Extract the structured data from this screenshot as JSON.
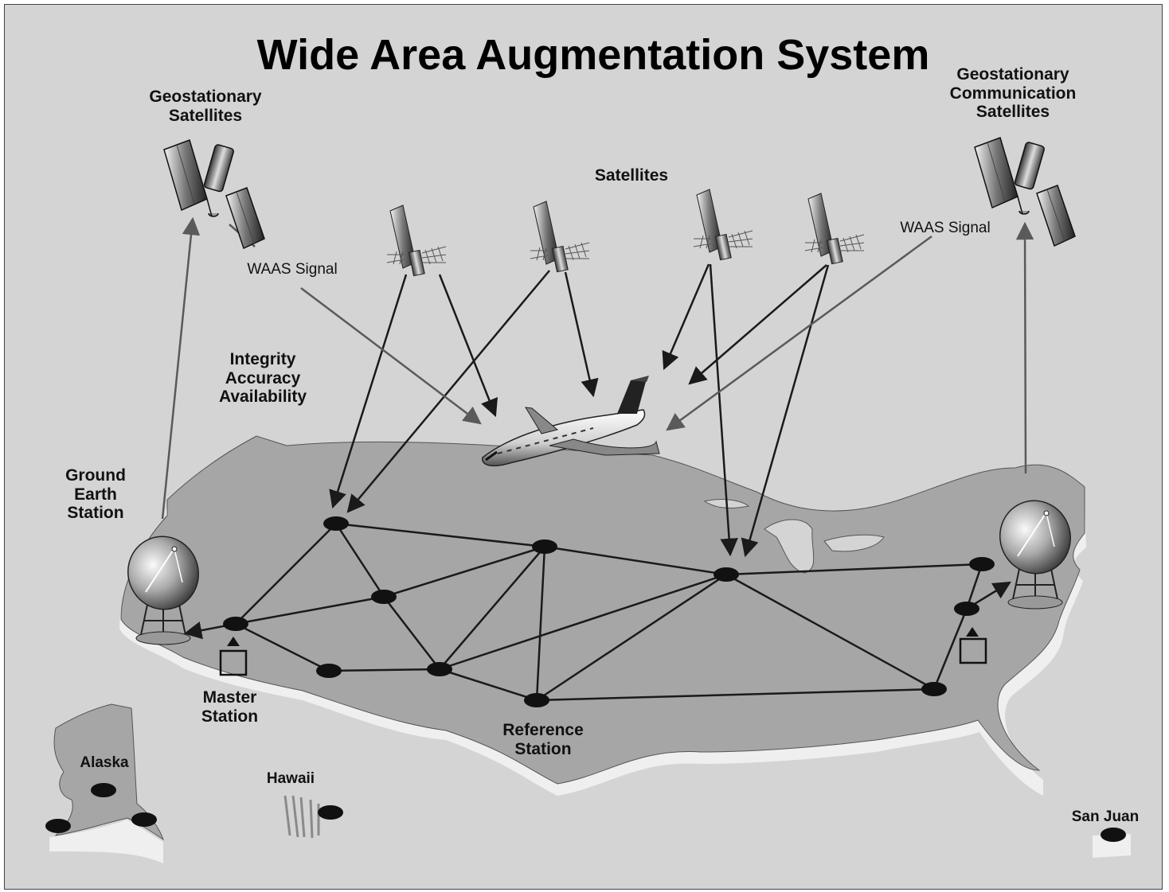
{
  "title": "Wide Area Augmentation System",
  "labels": {
    "geo_left": [
      "Geostationary",
      "Satellites"
    ],
    "geo_right": [
      "Geostationary",
      "Communication",
      "Satellites"
    ],
    "satellites": "Satellites",
    "waas_signal_left": "WAAS Signal",
    "waas_signal_right": "WAAS Signal",
    "qualities": [
      "Integrity",
      "Accuracy",
      "Availability"
    ],
    "ground_earth_station": [
      "Ground",
      "Earth",
      "Station"
    ],
    "master_station": [
      "Master",
      "Station"
    ],
    "reference_station": [
      "Reference",
      "Station"
    ],
    "alaska": "Alaska",
    "hawaii": "Hawaii",
    "san_juan": "San Juan"
  },
  "colors": {
    "background": "#d4d4d4",
    "land": "#a6a6a6",
    "land_shadow": "#f2f2f2",
    "line": "#1a1a1a",
    "signal_arrow": "#5a5a5a"
  },
  "icons": [
    "satellite-icon",
    "dish-antenna-icon",
    "airplane-icon",
    "master-station-icon",
    "reference-node-icon"
  ]
}
